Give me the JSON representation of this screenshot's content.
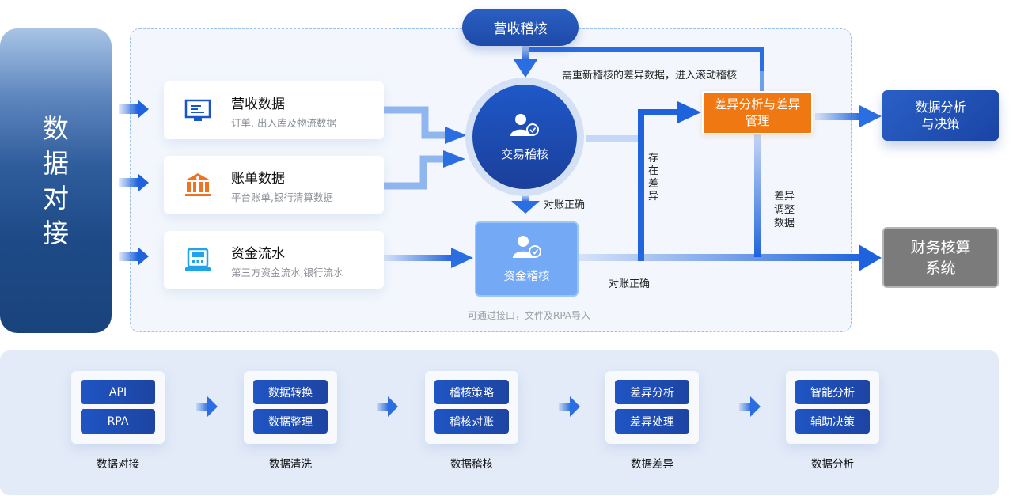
{
  "left_bar": {
    "label": "数据对接"
  },
  "sources": [
    {
      "title": "营收数据",
      "subtitle": "订单, 出入库及物流数据",
      "icon": "monitor-icon",
      "icon_color": "#1a55c9"
    },
    {
      "title": "账单数据",
      "subtitle": "平台账单,银行清算数据",
      "icon": "bank-icon",
      "icon_color": "#ee7421"
    },
    {
      "title": "资金流水",
      "subtitle": "第三方资金流水,银行流水",
      "icon": "terminal-icon",
      "icon_color": "#1ea3ec"
    }
  ],
  "nodes": {
    "revenue_audit": "营收稽核",
    "transaction_audit": "交易稽核",
    "fund_audit": "资金稽核",
    "diff_management": "差异分析与差异管理",
    "analysis_decision": "数据分析与决策",
    "accounting_system": "财务核算系统"
  },
  "labels": {
    "reaudit": "需重新稽核的差异数据，进入滚动稽核",
    "reconcile_ok_1": "对账正确",
    "reconcile_ok_2": "对账正确",
    "has_diff": "存在差异",
    "diff_adjust": "差异调整数据",
    "import_note": "可通过接口，文件及RPA导入"
  },
  "colors": {
    "primary": "#1e4fb8",
    "orange": "#f07812",
    "gray": "#7b7b7b",
    "light_blue": "#74a9f5"
  },
  "pipeline": [
    {
      "name": "数据对接",
      "items": [
        "API",
        "RPA"
      ]
    },
    {
      "name": "数据清洗",
      "items": [
        "数据转换",
        "数据整理"
      ]
    },
    {
      "name": "数据稽核",
      "items": [
        "稽核策略",
        "稽核对账"
      ]
    },
    {
      "name": "数据差异",
      "items": [
        "差异分析",
        "差异处理"
      ]
    },
    {
      "name": "数据分析",
      "items": [
        "智能分析",
        "辅助决策"
      ]
    }
  ]
}
